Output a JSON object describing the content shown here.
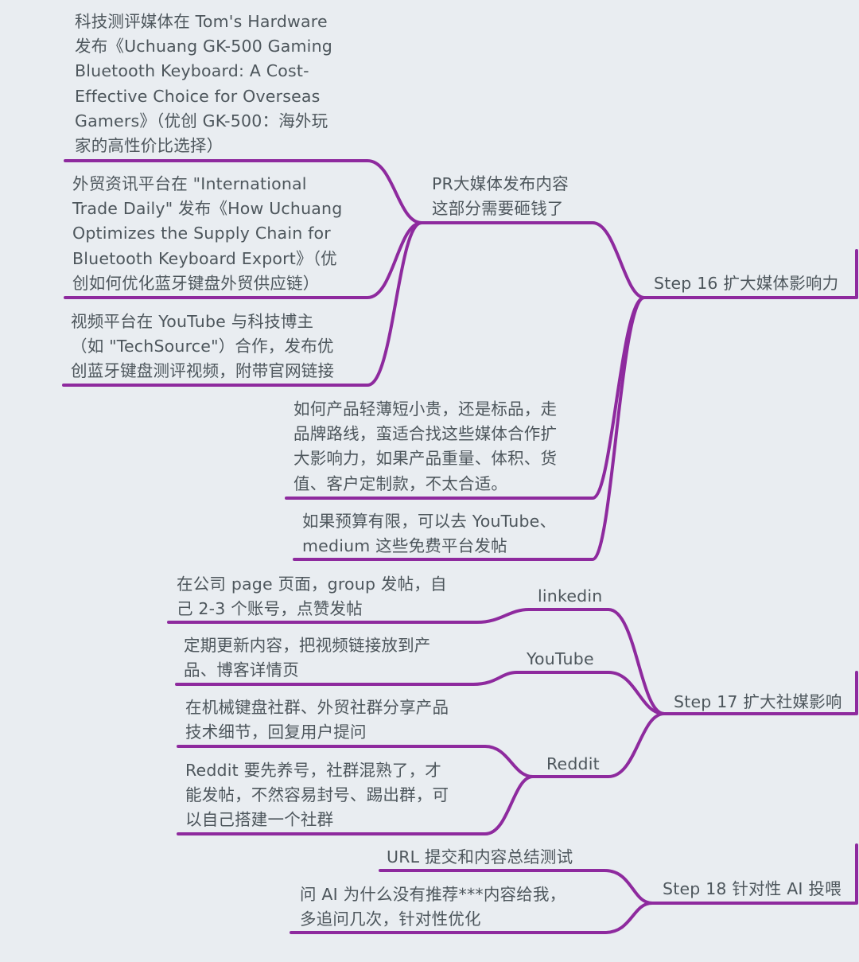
{
  "colors": {
    "branch": "#8e2a9e",
    "background": "#e9edf1",
    "text": "#4d565c"
  },
  "step16": {
    "title": "Step 16 扩大媒体影响力",
    "pr": {
      "title": "PR大媒体发布内容\n这部分需要砸钱了",
      "items": [
        "科技测评媒体在 Tom's Hardware\n发布《Uchuang GK-500 Gaming\nBluetooth Keyboard: A Cost-\nEffective Choice for Overseas\nGamers》（优创 GK-500：海外玩\n家的高性价比选择）",
        "外贸资讯平台在 \"International\nTrade Daily\" 发布《How Uchuang\nOptimizes the Supply Chain for\nBluetooth Keyboard Export》（优\n创如何优化蓝牙键盘外贸供应链）",
        "视频平台在 YouTube 与科技博主\n（如 \"TechSource\"）合作，发布优\n创蓝牙键盘测评视频，附带官网链接"
      ]
    },
    "notes": [
      "如何产品轻薄短小贵，还是标品，走\n品牌路线，蛮适合找这些媒体合作扩\n大影响力，如果产品重量、体积、货\n值、客户定制款，不太合适。",
      "如果预算有限，可以去 YouTube、\nmedium 这些免费平台发帖"
    ]
  },
  "step17": {
    "title": "Step 17 扩大社媒影响",
    "linkedin": {
      "title": "linkedin",
      "items": [
        "在公司 page 页面，group 发帖，自\n己 2-3 个账号，点赞发帖"
      ]
    },
    "youtube": {
      "title": "YouTube",
      "items": [
        "定期更新内容，把视频链接放到产\n品、博客详情页"
      ]
    },
    "reddit": {
      "title": "Reddit",
      "items": [
        "在机械键盘社群、外贸社群分享产品\n技术细节，回复用户提问",
        "Reddit 要先养号，社群混熟了，才\n能发帖，不然容易封号、踢出群，可\n以自己搭建一个社群"
      ]
    }
  },
  "step18": {
    "title": "Step 18 针对性 AI 投喂",
    "items": [
      "URL 提交和内容总结测试",
      "问 AI 为什么没有推荐***内容给我，\n多追问几次，针对性优化"
    ]
  }
}
